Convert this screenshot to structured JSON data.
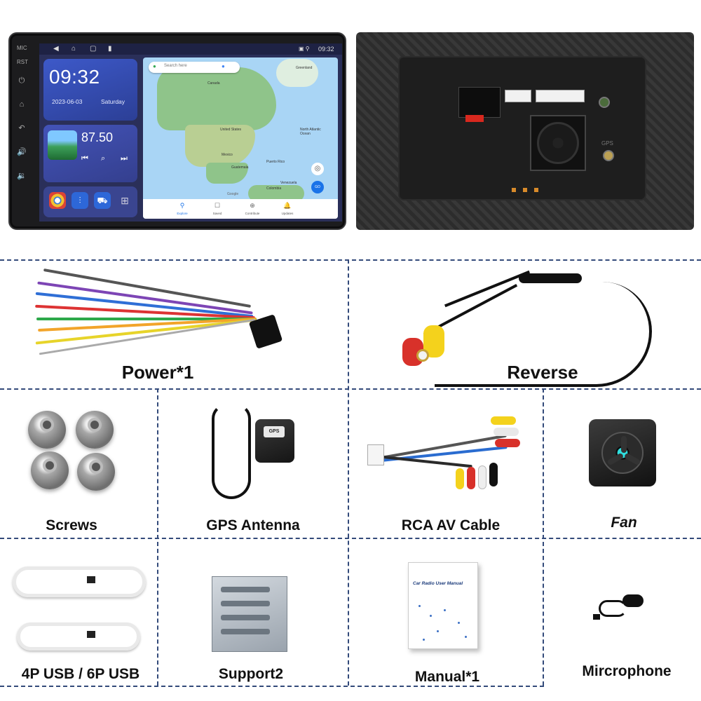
{
  "head_unit": {
    "bezel_labels": [
      "MIC",
      "RST"
    ],
    "status_time": "09:32",
    "clock": {
      "time": "09:32",
      "date": "2023-06-03",
      "day": "Saturday"
    },
    "music": {
      "frequency": "87.50"
    },
    "map": {
      "search_placeholder": "Search here",
      "labels": [
        "Greenland",
        "Canada",
        "United States",
        "Mexico",
        "Guatemala",
        "Puerto Rico",
        "Venezuela",
        "Colombia",
        "North Atlantic Ocean",
        "Google"
      ],
      "nav_items": [
        "Explore",
        "Saved",
        "Contribute",
        "Updates"
      ],
      "go_label": "GO"
    }
  },
  "back_unit": {
    "labels": [
      "GPS"
    ]
  },
  "items": {
    "power": "Power*1",
    "reverse": "Reverse",
    "screws": "Screws",
    "gps": "GPS Antenna",
    "rca": "RCA AV Cable",
    "fan": "Fan",
    "usb": "4P USB / 6P USB",
    "support": "Support2",
    "manual": "Manual*1",
    "manual_title": "Car Radio User Manual",
    "mic": "Mircrophone"
  },
  "icons": {
    "bezel": [
      "power-icon",
      "home-icon",
      "back-icon",
      "volume-up-icon",
      "volume-down-icon"
    ],
    "apps": [
      "chrome-icon",
      "equalizer-icon",
      "car-icon",
      "apps-grid-icon"
    ]
  }
}
